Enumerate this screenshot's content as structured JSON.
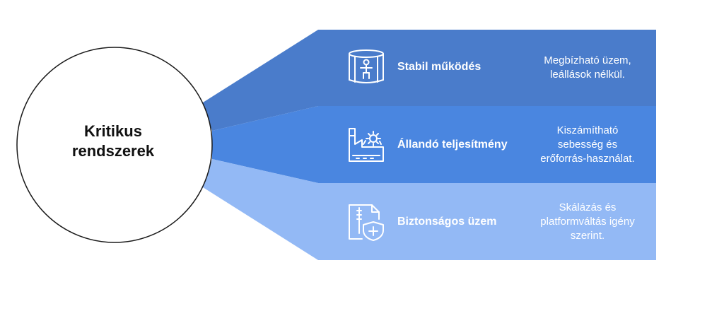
{
  "center": {
    "line1": "Kritikus",
    "line2": "rendszerek"
  },
  "rows": [
    {
      "title": "Stabil működés",
      "desc": [
        "Megbízható üzem,",
        "leállások nélkül."
      ],
      "icon": "shelter-person-icon",
      "color": "#4A7CCB"
    },
    {
      "title": "Állandó teljesítmény",
      "desc": [
        "Kiszámítható",
        "sebesség és",
        "erőforrás-használat."
      ],
      "icon": "factory-gear-icon",
      "color": "#4A86E0"
    },
    {
      "title": "Biztonságos üzem",
      "desc": [
        "Skálázás és",
        "platformváltás igény",
        "szerint."
      ],
      "icon": "secure-document-icon",
      "color": "#93B9F5"
    }
  ]
}
